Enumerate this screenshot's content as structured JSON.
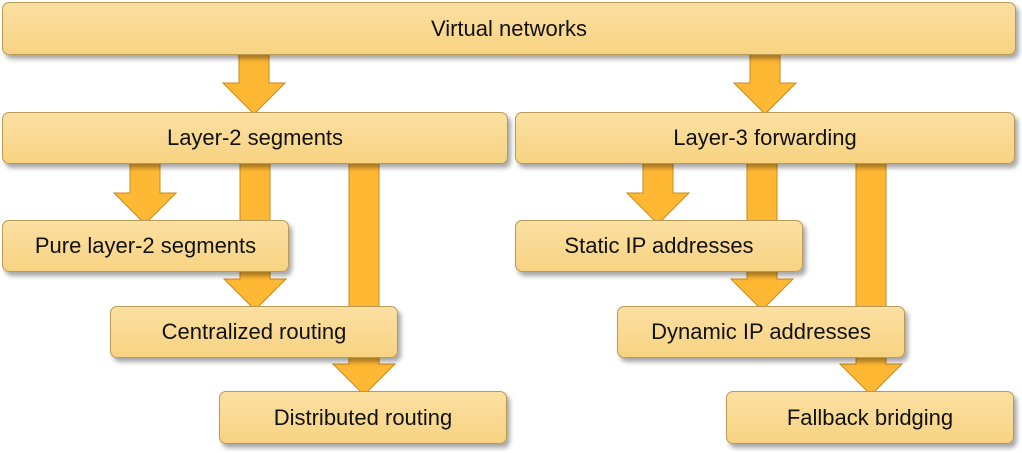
{
  "diagram": {
    "root": {
      "label": "Virtual networks"
    },
    "branches": [
      {
        "label": "Layer-2 segments",
        "children": [
          {
            "label": "Pure layer-2 segments"
          },
          {
            "label": "Centralized routing"
          },
          {
            "label": "Distributed routing"
          }
        ]
      },
      {
        "label": "Layer-3 forwarding",
        "children": [
          {
            "label": "Static IP addresses"
          },
          {
            "label": "Dynamic IP addresses"
          },
          {
            "label": "Fallback bridging"
          }
        ]
      }
    ],
    "colors": {
      "box_fill": "#F7D382",
      "box_border": "#B89A55",
      "arrow_fill": "#FFB833",
      "arrow_stroke": "#C98A1A"
    }
  }
}
